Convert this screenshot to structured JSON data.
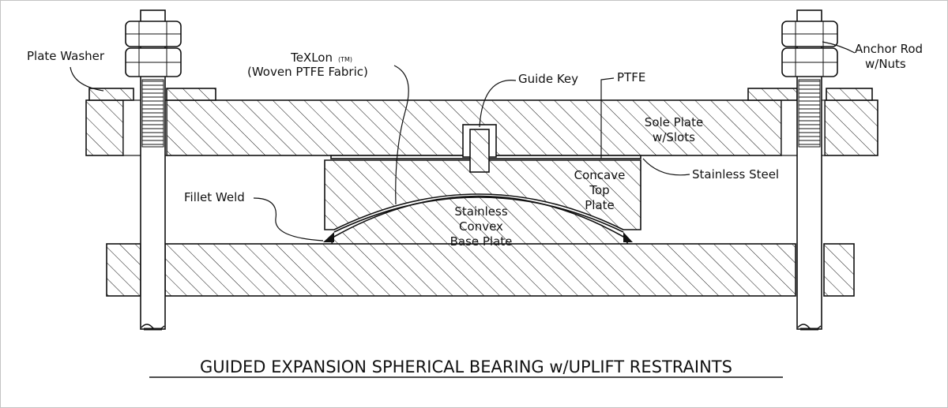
{
  "diagram": {
    "title": "GUIDED EXPANSION SPHERICAL BEARING w/UPLIFT RESTRAINTS",
    "labels": {
      "plate_washer": "Plate Washer",
      "texlon_name": "TeXLon",
      "texlon_tm": "(TM)",
      "texlon_desc": "(Woven PTFE Fabric)",
      "guide_key": "Guide Key",
      "ptfe": "PTFE",
      "anchor_rod_1": "Anchor Rod",
      "anchor_rod_2": "w/Nuts",
      "sole_plate_1": "Sole Plate",
      "sole_plate_2": "w/Slots",
      "stainless_steel": "Stainless Steel",
      "concave_1": "Concave",
      "concave_2": "Top",
      "concave_3": "Plate",
      "fillet_weld": "Fillet Weld",
      "convex_1": "Stainless",
      "convex_2": "Convex",
      "convex_3": "Base Plate"
    }
  }
}
